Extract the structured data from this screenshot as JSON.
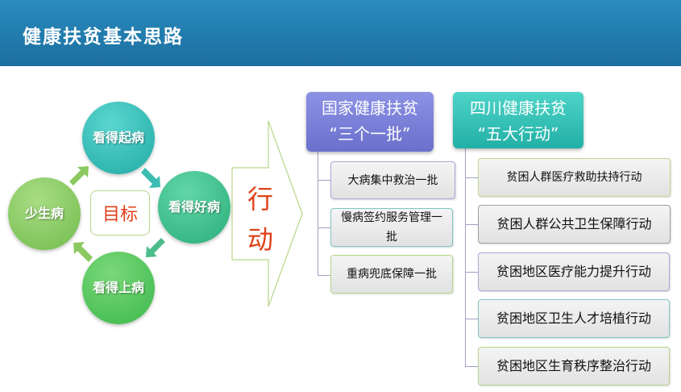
{
  "title": "健康扶贫基本思路",
  "cycle": {
    "top": "看得起病",
    "right": "看得好病",
    "bottom": "看得上病",
    "left": "少生病",
    "center": "目标"
  },
  "action_label": "行动",
  "national": {
    "title": "国家健康扶贫",
    "subtitle": "“三个一批”",
    "items": [
      "大病集中救治一批",
      "慢病签约服务管理一批",
      "重病兜底保障一批"
    ]
  },
  "sichuan": {
    "title": "四川健康扶贫",
    "subtitle": "“五大行动”",
    "items": [
      "贫困人群医疗救助扶持行动",
      "贫困人群公共卫生保障行动",
      "贫困地区医疗能力提升行动",
      "贫困地区卫生人才培植行动",
      "贫困地区生育秩序整治行动"
    ]
  },
  "colors": {
    "header": "#1f7fb0",
    "accent_red": "#e0401a",
    "national": "#7a80d8",
    "sichuan": "#2cc0b4"
  }
}
